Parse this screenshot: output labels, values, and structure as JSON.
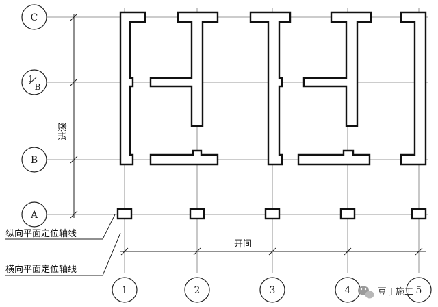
{
  "row_axes": [
    {
      "label": "C"
    },
    {
      "label": "1",
      "sub": "B"
    },
    {
      "label": "B"
    },
    {
      "label": "A"
    }
  ],
  "column_axes": [
    {
      "label": "1"
    },
    {
      "label": "2"
    },
    {
      "label": "3"
    },
    {
      "label": "4"
    },
    {
      "label": "5"
    }
  ],
  "labels": {
    "depth": "进深",
    "bay": "开间",
    "longitudinal_axis": "纵向平面定位轴线",
    "transverse_axis": "横向平面定位轴线"
  },
  "watermark": {
    "text": "豆丁施工",
    "icon": "wechat-icon"
  },
  "colors": {
    "ink": "#111111",
    "axis": "#555555",
    "background": "#ffffff"
  }
}
